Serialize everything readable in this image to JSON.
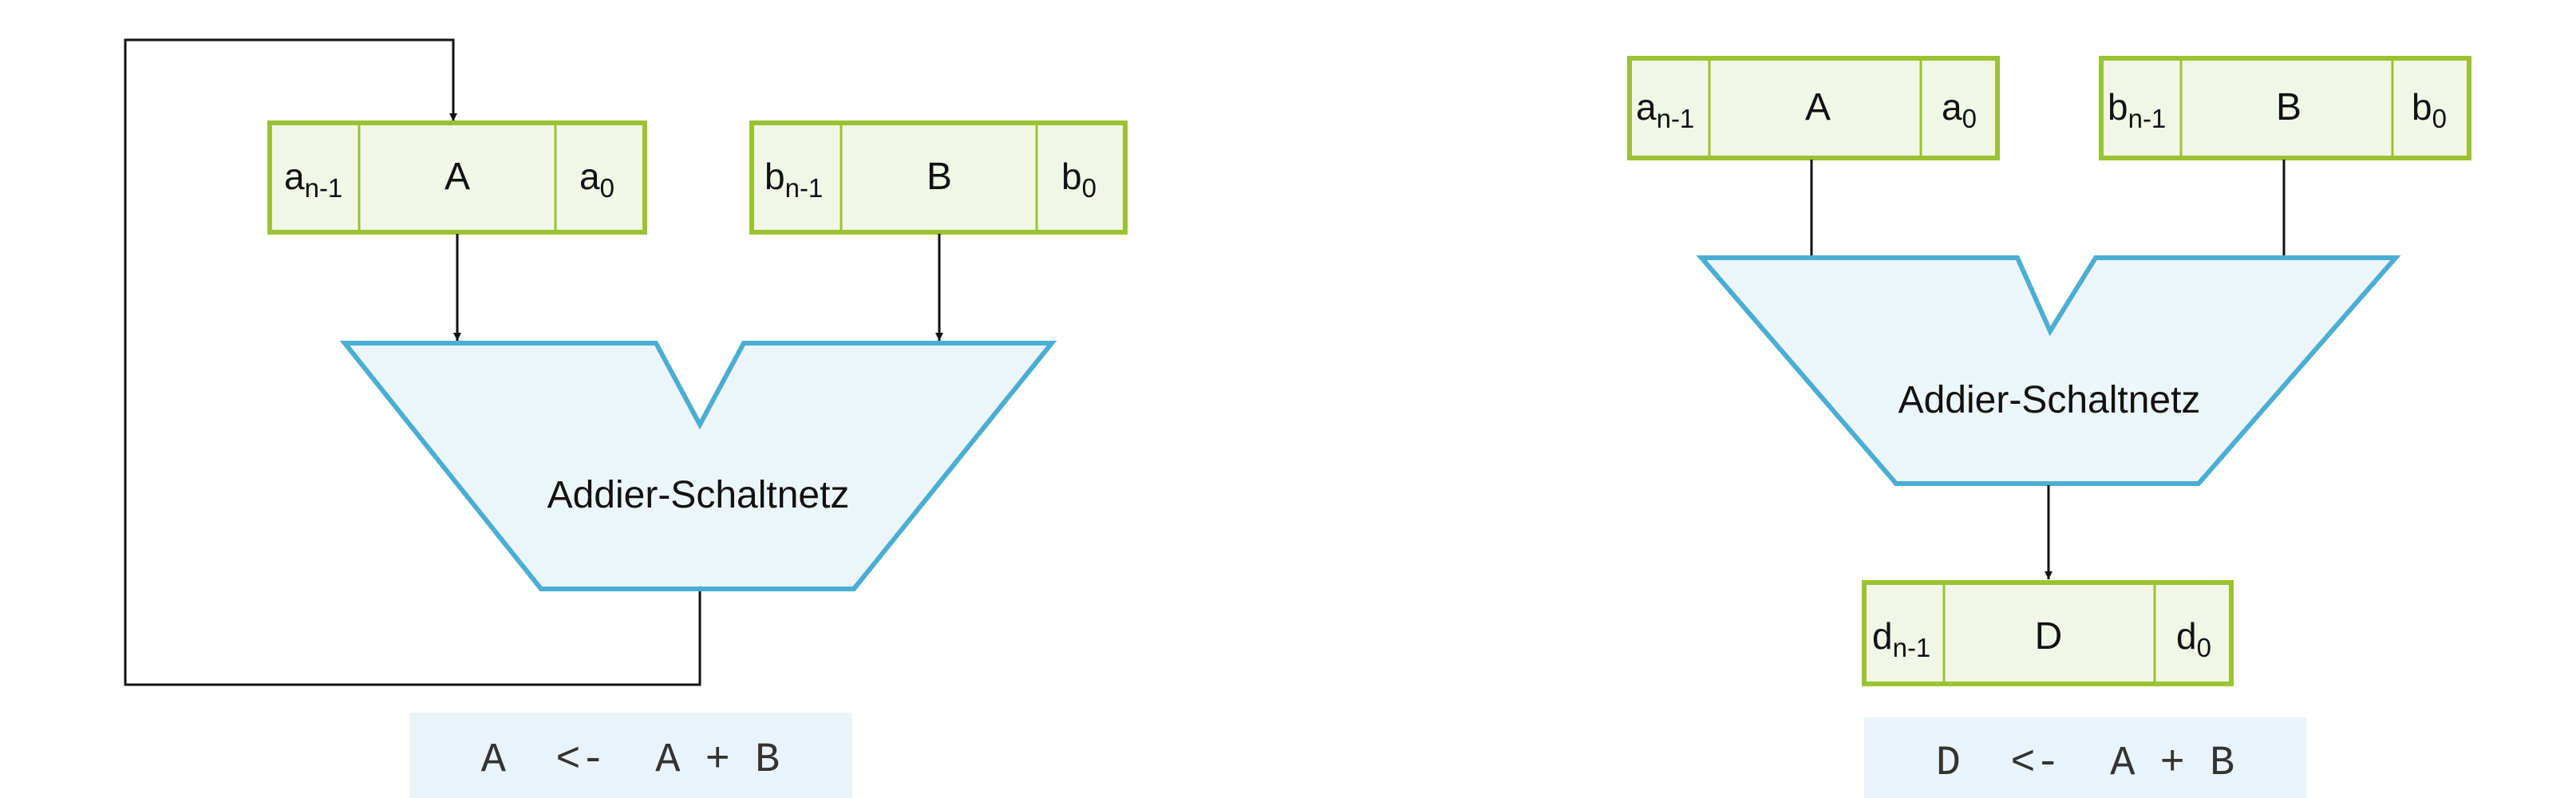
{
  "colors": {
    "register_fill": "#f1f7e6",
    "register_stroke": "#9bc232",
    "adder_fill": "#ecf5fa",
    "adder_stroke": "#4aaed3",
    "formula_bg": "#e9f3f9",
    "line": "#111111"
  },
  "left": {
    "register_a": {
      "msb_base": "a",
      "msb_sub": "n-1",
      "name": "A",
      "lsb_base": "a",
      "lsb_sub": "0"
    },
    "register_b": {
      "msb_base": "b",
      "msb_sub": "n-1",
      "name": "B",
      "lsb_base": "b",
      "lsb_sub": "0"
    },
    "adder_label": "Addier-Schaltnetz",
    "formula": "A  <-  A + B"
  },
  "right": {
    "register_a": {
      "msb_base": "a",
      "msb_sub": "n-1",
      "name": "A",
      "lsb_base": "a",
      "lsb_sub": "0"
    },
    "register_b": {
      "msb_base": "b",
      "msb_sub": "n-1",
      "name": "B",
      "lsb_base": "b",
      "lsb_sub": "0"
    },
    "register_d": {
      "msb_base": "d",
      "msb_sub": "n-1",
      "name": "D",
      "lsb_base": "d",
      "lsb_sub": "0"
    },
    "adder_label": "Addier-Schaltnetz",
    "formula": "D  <-  A + B"
  }
}
